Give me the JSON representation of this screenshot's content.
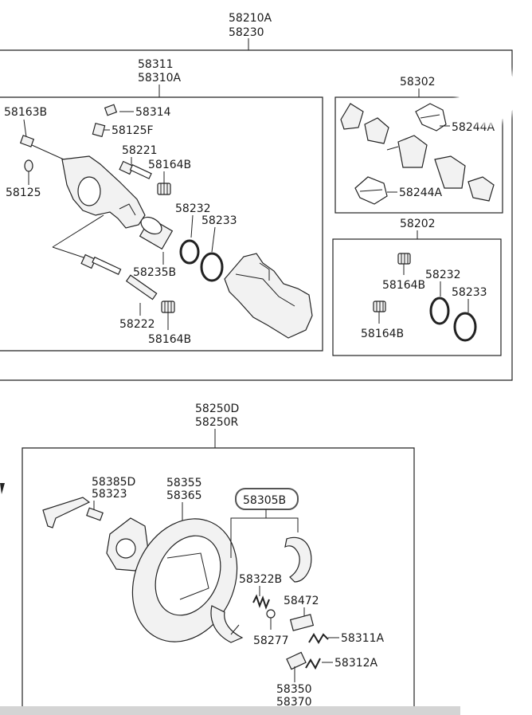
{
  "callouts": {
    "caliper_assy_a": "58210A",
    "caliper_assy_b": "58230",
    "caliper_a": "58311",
    "caliper_b": "58310A",
    "p58163B": "58163B",
    "p58314": "58314",
    "p58125F": "58125F",
    "p58221": "58221",
    "p58164B_1": "58164B",
    "p58125": "58125",
    "p58232_1": "58232",
    "p58233_1": "58233",
    "p58235B": "58235B",
    "p58222": "58222",
    "p58164B_2": "58164B",
    "pad_kit": "58302",
    "p58244A_1": "58244A",
    "p58244A_2": "58244A",
    "seal_kit": "58202",
    "p58164B_3": "58164B",
    "p58232_2": "58232",
    "p58233_2": "58233",
    "p58164B_4": "58164B",
    "drum_assy_a": "58250D",
    "drum_assy_b": "58250R",
    "p58385D": "58385D",
    "p58323": "58323",
    "p58355": "58355",
    "p58365": "58365",
    "shoe_kit": "58305B",
    "p58322B": "58322B",
    "p58472": "58472",
    "p58277": "58277",
    "p58311A": "58311A",
    "p58312A": "58312A",
    "p58350": "58350",
    "p58370": "58370"
  }
}
